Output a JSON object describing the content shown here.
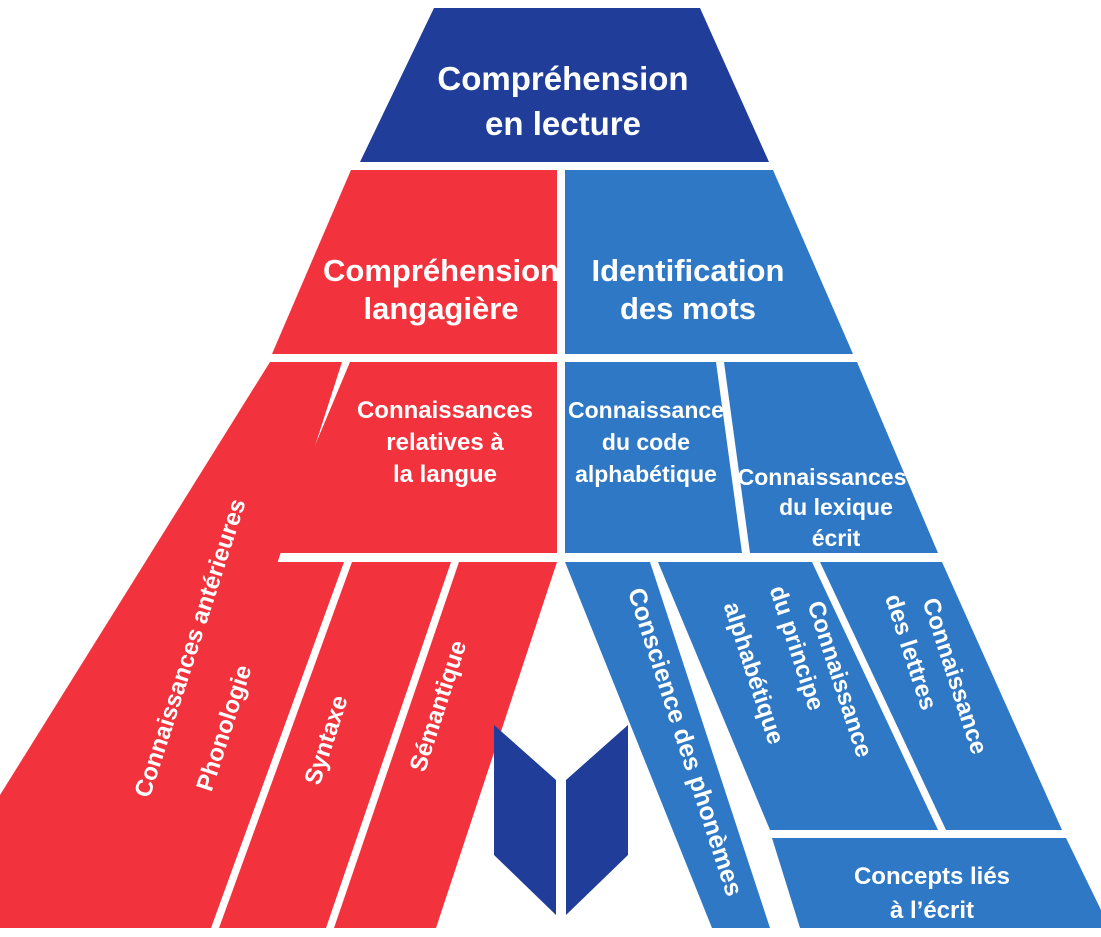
{
  "diagram": {
    "top": {
      "line1": "Compréhension",
      "line2": "en lecture"
    },
    "left_main": {
      "line1": "Compréhension",
      "line2": "langagière"
    },
    "right_main": {
      "line1": "Identification",
      "line2": "des mots"
    },
    "left_knowledge": {
      "line1": "Connaissances",
      "line2": "relatives à",
      "line3": "la langue"
    },
    "right_code": {
      "line1": "Connaissance",
      "line2": "du code",
      "line3": "alphabétique"
    },
    "right_lexicon": {
      "line1": "Connaissances",
      "line2": "du lexique",
      "line3": "écrit"
    },
    "left_strips": {
      "prior": "Connaissances antérieures",
      "phonology": "Phonologie",
      "syntax": "Syntaxe",
      "semantics": "Sémantique"
    },
    "right_strips": {
      "phonemes": "Conscience des phonèmes",
      "principle": {
        "line1": "Connaissance",
        "line2": "du principe",
        "line3": "alphabétique"
      },
      "letters": {
        "line1": "Connaissance",
        "line2": "des lettres"
      }
    },
    "concepts": {
      "line1": "Concepts liés",
      "line2": "à l’écrit"
    },
    "colors": {
      "dark_blue": "#1f3d99",
      "red": "#f2323c",
      "blue": "#2e78c6",
      "white": "#ffffff"
    },
    "icon": "open-book-icon"
  }
}
